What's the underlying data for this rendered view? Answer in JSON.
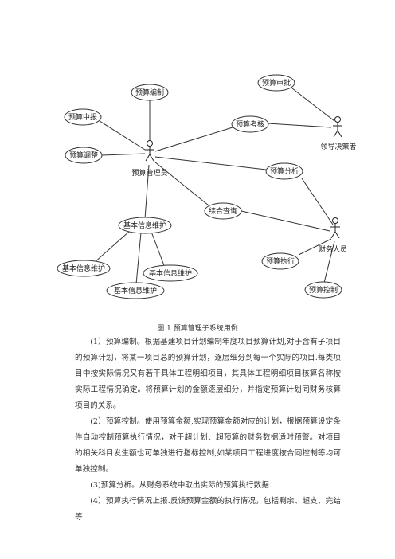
{
  "figure": {
    "caption": "图 1  预算管理子系统用例",
    "actors": [
      {
        "id": "manager",
        "label": "预算管理员"
      },
      {
        "id": "leader",
        "label": "领导决策者"
      },
      {
        "id": "finance",
        "label": "财务人员"
      }
    ],
    "use_cases": [
      {
        "id": "uc_edit",
        "label": "预算编制"
      },
      {
        "id": "uc_report",
        "label": "预算中报"
      },
      {
        "id": "uc_adjust",
        "label": "预算调整"
      },
      {
        "id": "uc_review",
        "label": "预算审批"
      },
      {
        "id": "uc_assess",
        "label": "预算考核"
      },
      {
        "id": "uc_analyze",
        "label": "预算分析"
      },
      {
        "id": "uc_query",
        "label": "综合查询"
      },
      {
        "id": "uc_info",
        "label": "基本信息维护"
      },
      {
        "id": "uc_info_a",
        "label": "基本信息维护"
      },
      {
        "id": "uc_info_b",
        "label": "基本信息维护"
      },
      {
        "id": "uc_info_c",
        "label": "基本信息维护"
      },
      {
        "id": "uc_exec",
        "label": "预算执行"
      },
      {
        "id": "uc_control",
        "label": "预算控制"
      }
    ]
  },
  "paragraphs": [
    "(1）预算编制。根据基建项目计划编制年度项目预算计划,对于含有子项目的预算计划，将某一项目总的预算计划，逐层细分到每一个实际的项目.每类项目中按实际情况又有若干具体工程明细项目，其具体工程明细项目核算名称按实际工程情况确定。将预算计划的金额逐层细分，并指定预算计划同财务核算项目的关系。",
    "(2）预算控制。使用预算金额,实现预算金额对应的计划，根据预算设定条件自动控制预算执行情况，对于超计划、超预算的财务数据适时预警。对项目的相关科目发生额也可单独进行指标控制,如某项目工程进度按合同控制等均可单独控制。",
    "(3)预算分析。从财务系统中取出实际的预算执行数据.",
    "(4）预算执行情况上报.反馈预算金额的执行情况，包括剩余、超支、完结等"
  ]
}
